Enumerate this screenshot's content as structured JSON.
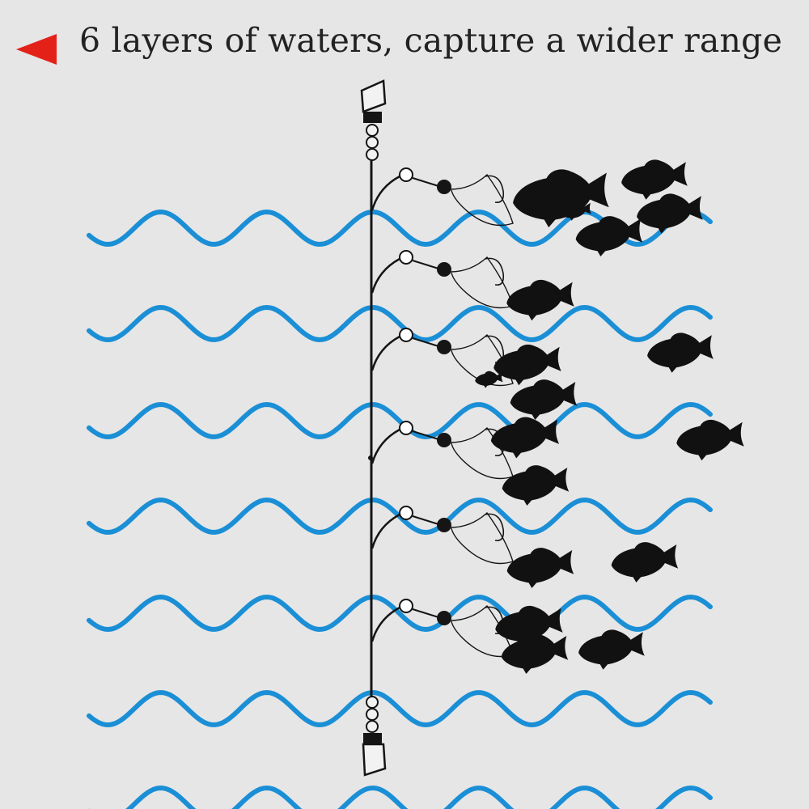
{
  "header": {
    "title": "6 layers of waters, capture a wider range",
    "marker_color": "#e32119"
  },
  "colors": {
    "background": "#e6e6e6",
    "wave": "#1b8fd6",
    "line": "#151515",
    "fish": "#111111",
    "bead_light": "#ffffff",
    "bead_dark": "#151515"
  },
  "diagram": {
    "water_layer_count": 7,
    "hook_branch_count": 6,
    "fish_count": 18
  }
}
